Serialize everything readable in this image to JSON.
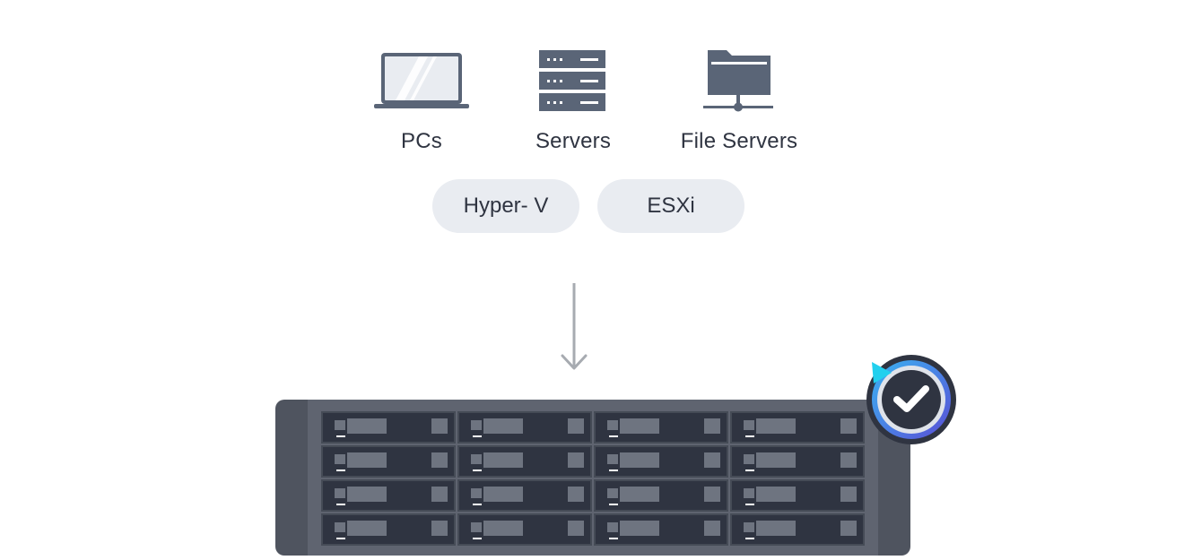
{
  "sources": [
    {
      "label": "PCs",
      "icon": "laptop-icon"
    },
    {
      "label": "Servers",
      "icon": "server-rack-icon"
    },
    {
      "label": "File Servers",
      "icon": "network-folder-icon"
    }
  ],
  "hypervisors": [
    {
      "label": "Hyper- V"
    },
    {
      "label": "ESXi"
    }
  ],
  "flow": {
    "icon": "arrow-down-icon"
  },
  "target": {
    "icon": "nas-storage-icon",
    "badge_icon": "backup-check-icon"
  },
  "colors": {
    "icon_slate": "#5a6577",
    "pill_bg": "#e9ecf1",
    "text": "#2f3441",
    "nas_body": "#4f545f",
    "badge_accent": "#3ab4f2"
  }
}
